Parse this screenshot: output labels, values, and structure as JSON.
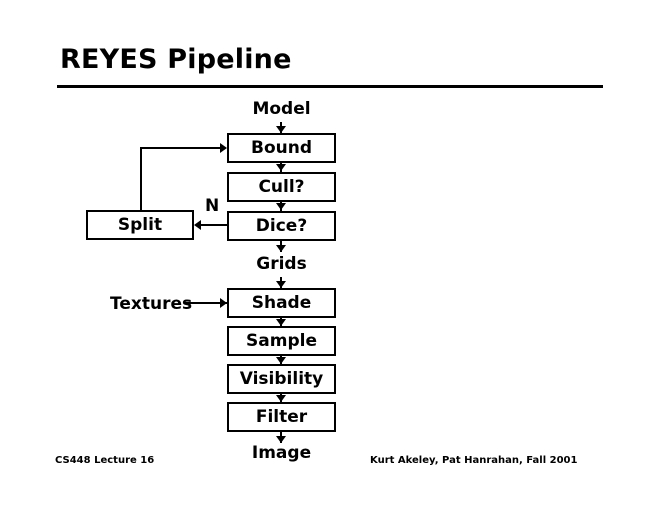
{
  "slide": {
    "title": "REYES Pipeline",
    "footer": {
      "left": "CS448 Lecture 16",
      "right": "Kurt Akeley, Pat Hanrahan, Fall 2001"
    }
  },
  "diagram": {
    "type": "flowchart",
    "orientation": "top-to-bottom",
    "input_label": "Model",
    "intermediate_label": "Grids",
    "output_label": "Image",
    "side_input_label": "Textures",
    "branch_label": "N",
    "nodes": [
      {
        "id": "bound",
        "label": "Bound"
      },
      {
        "id": "cull",
        "label": "Cull?"
      },
      {
        "id": "dice",
        "label": "Dice?"
      },
      {
        "id": "split",
        "label": "Split"
      },
      {
        "id": "shade",
        "label": "Shade"
      },
      {
        "id": "sample",
        "label": "Sample"
      },
      {
        "id": "visibility",
        "label": "Visibility"
      },
      {
        "id": "filter",
        "label": "Filter"
      }
    ],
    "edges": [
      {
        "from": "Model",
        "to": "Bound"
      },
      {
        "from": "Bound",
        "to": "Cull?"
      },
      {
        "from": "Cull?",
        "to": "Dice?"
      },
      {
        "from": "Dice?",
        "to": "Split",
        "label": "N"
      },
      {
        "from": "Split",
        "to": "Bound"
      },
      {
        "from": "Dice?",
        "to": "Grids"
      },
      {
        "from": "Grids",
        "to": "Shade"
      },
      {
        "from": "Textures",
        "to": "Shade"
      },
      {
        "from": "Shade",
        "to": "Sample"
      },
      {
        "from": "Sample",
        "to": "Visibility"
      },
      {
        "from": "Visibility",
        "to": "Filter"
      },
      {
        "from": "Filter",
        "to": "Image"
      }
    ]
  },
  "colors": {
    "background": "#ffffff",
    "stroke": "#000000",
    "text": "#000000"
  }
}
